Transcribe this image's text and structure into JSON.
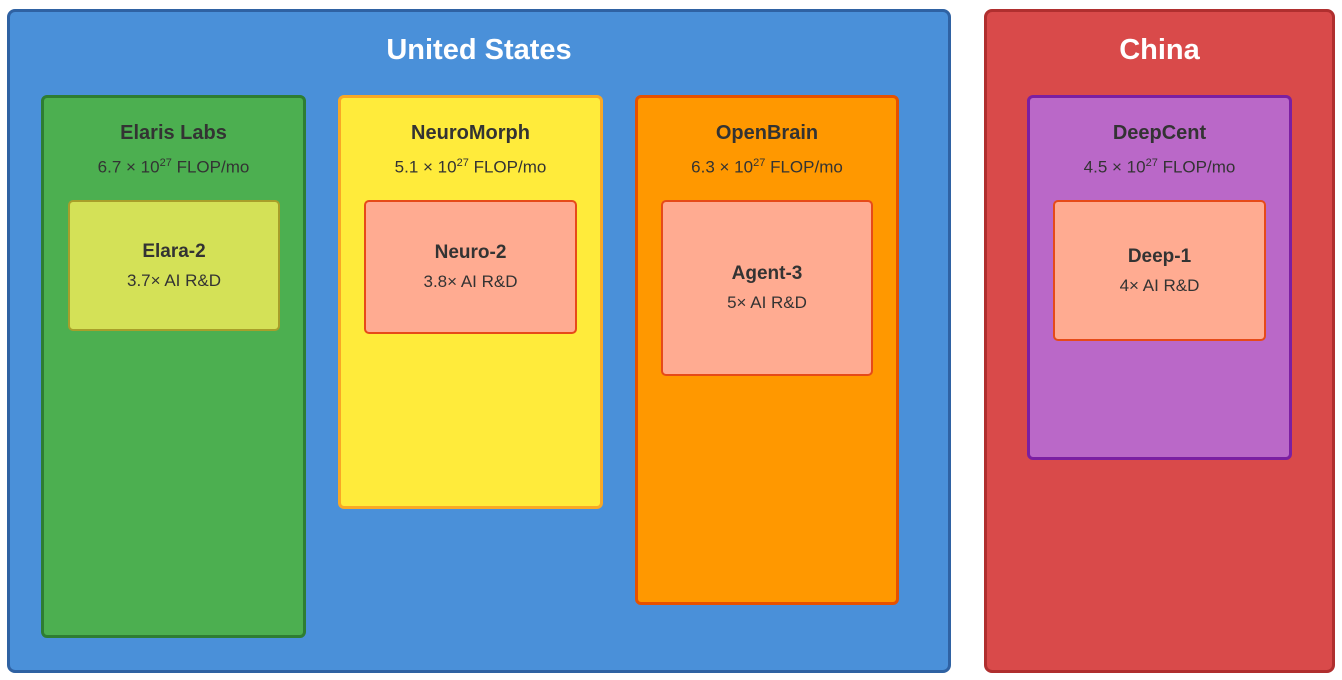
{
  "regions": [
    {
      "name": "United States",
      "fill": "#4a90d9",
      "border": "#2f62a3"
    },
    {
      "name": "China",
      "fill": "#d94a4a",
      "border": "#b02f2f"
    }
  ],
  "labs": [
    {
      "name": "Elaris Labs",
      "flop_mantissa": "6.7 × 10",
      "flop_exp": "27",
      "flop_unit": " FLOP/mo",
      "fill": "#4caf50",
      "border": "#2e7d32",
      "model": {
        "name": "Elara-2",
        "rd": "3.7× AI R&D",
        "fill": "#d4e157",
        "border": "#a89f2a"
      }
    },
    {
      "name": "NeuroMorph",
      "flop_mantissa": "5.1 × 10",
      "flop_exp": "27",
      "flop_unit": " FLOP/mo",
      "fill": "#ffeb3b",
      "border": "#f9a825",
      "model": {
        "name": "Neuro-2",
        "rd": "3.8× AI R&D",
        "fill": "#ffab91",
        "border": "#e64a19"
      }
    },
    {
      "name": "OpenBrain",
      "flop_mantissa": "6.3 × 10",
      "flop_exp": "27",
      "flop_unit": " FLOP/mo",
      "fill": "#ff9800",
      "border": "#e65100",
      "model": {
        "name": "Agent-3",
        "rd": "5× AI R&D",
        "fill": "#ffab91",
        "border": "#e64a19"
      }
    },
    {
      "name": "DeepCent",
      "flop_mantissa": "4.5 × 10",
      "flop_exp": "27",
      "flop_unit": " FLOP/mo",
      "fill": "#ba68c8",
      "border": "#7b1fa2",
      "model": {
        "name": "Deep-1",
        "rd": "4× AI R&D",
        "fill": "#ffab91",
        "border": "#e64a19"
      }
    }
  ]
}
